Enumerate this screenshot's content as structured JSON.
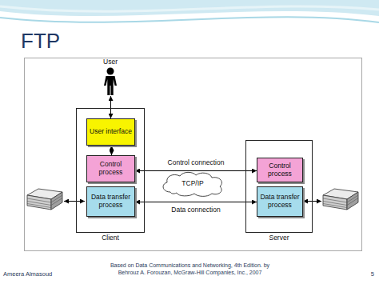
{
  "diagram": {
    "title": "FTP",
    "nodes": [
      {
        "text": [
          "User"
        ]
      },
      {
        "text": [
          "Client"
        ]
      },
      {
        "text": [
          "User interface"
        ],
        "in": 1
      },
      {
        "text": [
          "Control process"
        ],
        "in": 1
      },
      {
        "text": [
          "Data transfer process"
        ],
        "in": 1
      },
      {
        "text": [
          "TCP/IP"
        ]
      },
      {
        "text": [
          "Server"
        ]
      },
      {
        "text": [
          "Control process"
        ],
        "in": 6
      },
      {
        "text": [
          "Data transfer process"
        ],
        "in": 6
      }
    ],
    "edges": [
      {
        "from": 0,
        "to": 2,
        "arrow": "both"
      },
      {
        "from": 2,
        "to": 3,
        "arrow": "both"
      },
      {
        "from": 3,
        "to": 7,
        "label": "Control connection",
        "arrow": "both"
      },
      {
        "from": 4,
        "to": 8,
        "label": "Data connection",
        "arrow": "both"
      }
    ],
    "labels": [
      "Ameera Almasoud",
      "Based on Data Communications and Networking, 4th Edition. by Behrouz A. Forouzan, McGraw-Hill Companies, Inc., 2007",
      "5"
    ]
  }
}
